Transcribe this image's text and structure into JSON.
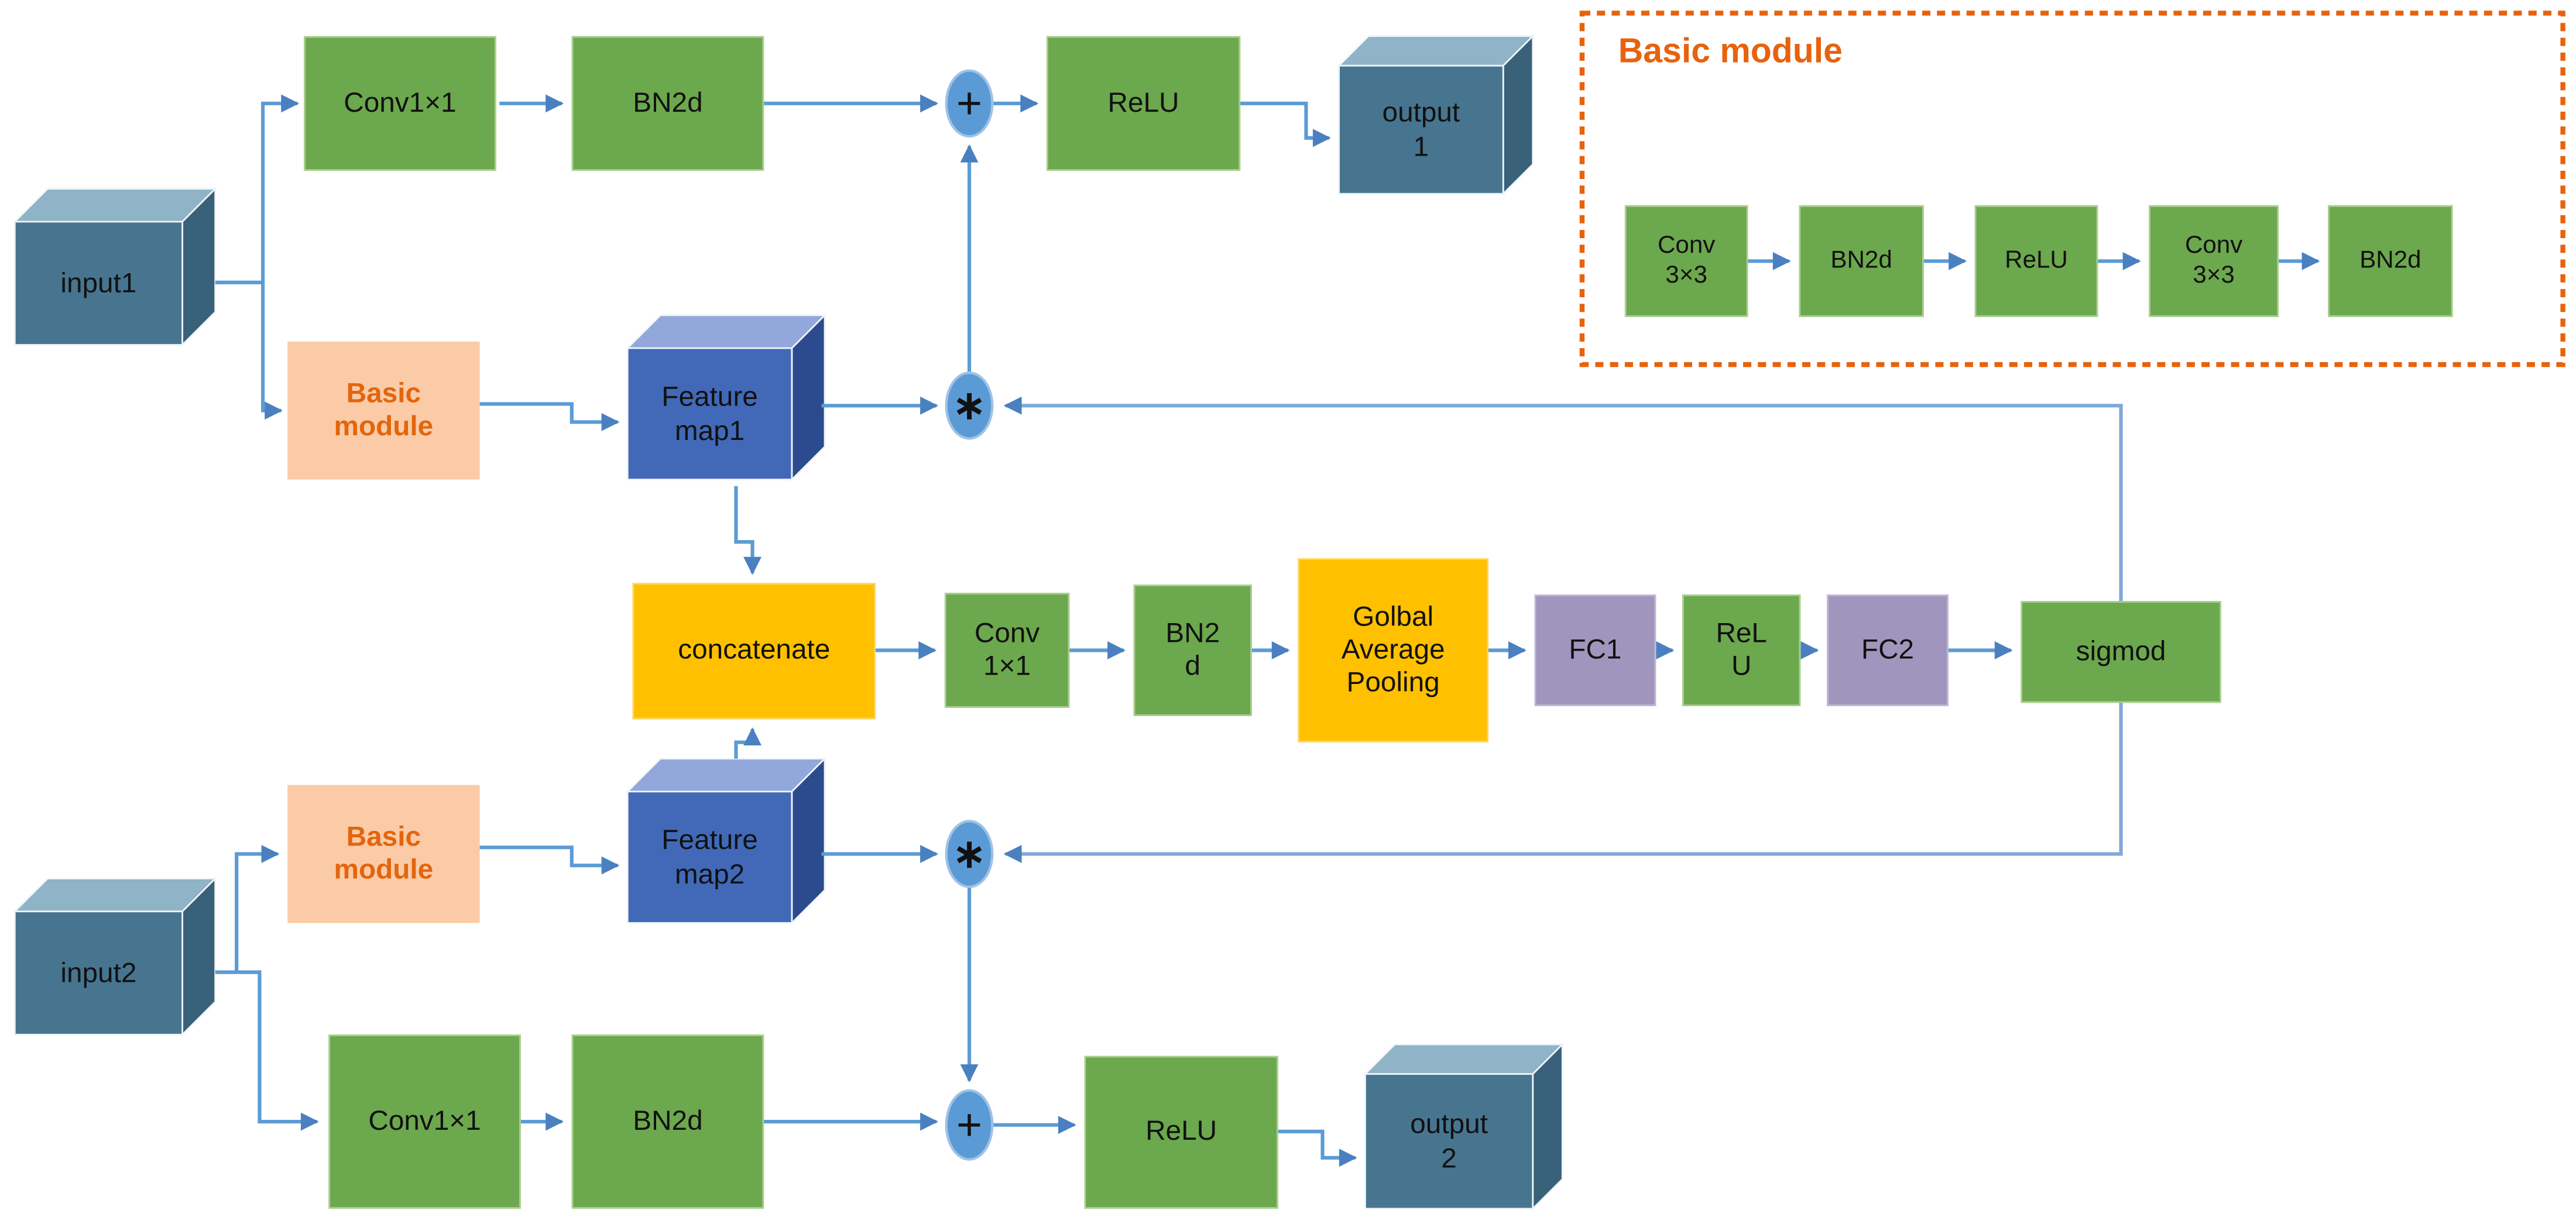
{
  "diagram": {
    "nodes": {
      "input1": "input1",
      "conv1x1_top": "Conv1×1",
      "bn2d_top": "BN2d",
      "relu_top": "ReLU",
      "output1": "output\n1",
      "basic_module1": "Basic\nmodule",
      "feature_map1": "Feature\nmap1",
      "concatenate": "concatenate",
      "conv1x1_mid": "Conv\n1×1",
      "bn2d_mid": "BN2\nd",
      "global_average_pooling": "Golbal\nAverage\nPooling",
      "fc1": "FC1",
      "relu_mid": "ReL\nU",
      "fc2": "FC2",
      "sigmod": "sigmod",
      "basic_module2": "Basic\nmodule",
      "feature_map2": "Feature\nmap2",
      "input2": "input2",
      "conv1x1_bottom": "Conv1×1",
      "bn2d_bottom": "BN2d",
      "relu_bottom": "ReLU",
      "output2": "output\n2"
    },
    "operators": {
      "add1": "+",
      "multiply1": "∗",
      "multiply2": "∗",
      "add2": "+"
    },
    "legend": {
      "title": "Basic module",
      "boxes": [
        "Conv\n3×3",
        "BN2d",
        "ReLU",
        "Conv\n3×3",
        "BN2d"
      ]
    },
    "colors": {
      "box_green": "#6CA84D",
      "box_yellow": "#FFC000",
      "box_purple": "#A096BD",
      "box_peach": "#FACBA6",
      "peach_text": "#E3650D",
      "legend_orange": "#E8620C",
      "line_blue": "#5B9BD5",
      "feedback_line_blue": "#7FA9D9",
      "arrowhead_blue": "#4A80C0",
      "operator_fill": "#5B9BD5",
      "cube_teal_front": "#47758F",
      "cube_teal_top": "#8FB3C7",
      "cube_teal_side": "#3A617A",
      "cube_blue_front": "#4169B8",
      "cube_blue_top": "#92A7DB",
      "cube_blue_side": "#2B4B8E",
      "text": "#111111",
      "background": "#ffffff"
    }
  }
}
